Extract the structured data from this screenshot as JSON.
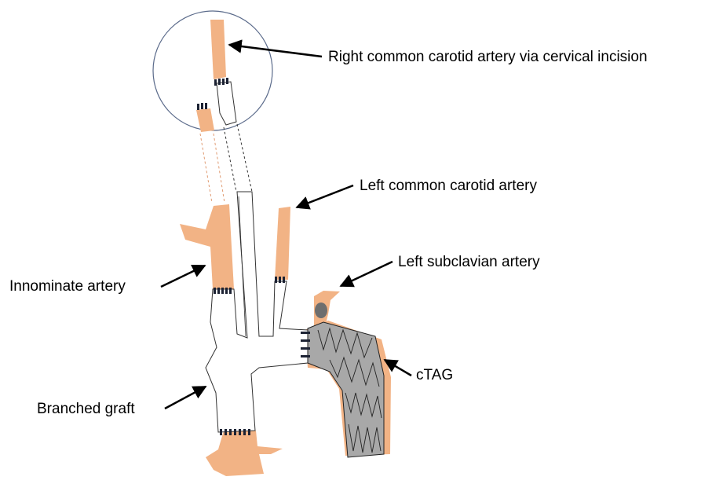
{
  "labels": {
    "rcca": "Right common carotid artery via cervical incision",
    "lcca": "Left common carotid artery",
    "lsa": "Left subclavian artery",
    "innominate": "Innominate artery",
    "ctag": "cTAG",
    "branched_graft": "Branched graft"
  },
  "colors": {
    "artery": "#f2b385",
    "graft": "#ffffff",
    "stent_graft": "#a8a8a8",
    "clip": "#1c2233",
    "circle": "#5a6a8a",
    "outline": "#333333"
  }
}
